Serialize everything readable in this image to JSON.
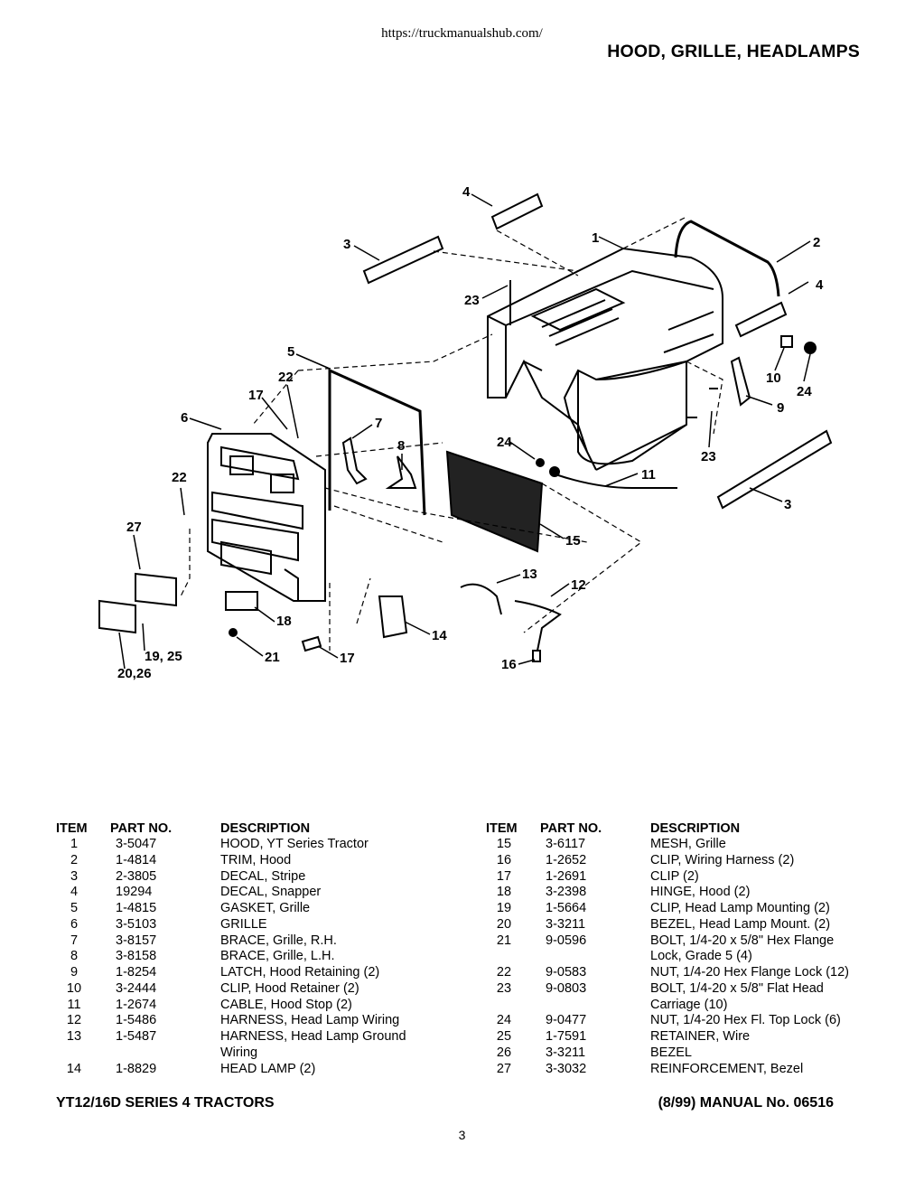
{
  "header": {
    "url": "https://truckmanualshub.com/",
    "title": "HOOD, GRILLE, HEADLAMPS"
  },
  "diagram_labels": [
    "4",
    "1",
    "2",
    "3",
    "23",
    "4",
    "5",
    "22",
    "17",
    "6",
    "7",
    "8",
    "10",
    "24",
    "9",
    "23",
    "24",
    "11",
    "3",
    "22",
    "27",
    "15",
    "13",
    "12",
    "18",
    "14",
    "19, 25",
    "20,26",
    "21",
    "17",
    "16"
  ],
  "table_left": {
    "headers": {
      "item": "ITEM",
      "part": "PART NO.",
      "desc": "DESCRIPTION"
    },
    "rows": [
      {
        "item": "1",
        "part": "3-5047",
        "desc": "HOOD, YT Series Tractor"
      },
      {
        "item": "2",
        "part": "1-4814",
        "desc": "TRIM, Hood"
      },
      {
        "item": "3",
        "part": "2-3805",
        "desc": "DECAL, Stripe"
      },
      {
        "item": "4",
        "part": "19294",
        "desc": "DECAL, Snapper"
      },
      {
        "item": "5",
        "part": "1-4815",
        "desc": "GASKET, Grille"
      },
      {
        "item": "6",
        "part": "3-5103",
        "desc": "GRILLE"
      },
      {
        "item": "7",
        "part": "3-8157",
        "desc": "BRACE, Grille, R.H."
      },
      {
        "item": "8",
        "part": "3-8158",
        "desc": "BRACE, Grille, L.H."
      },
      {
        "item": "9",
        "part": "1-8254",
        "desc": "LATCH, Hood Retaining (2)"
      },
      {
        "item": "10",
        "part": "3-2444",
        "desc": "CLIP, Hood Retainer (2)"
      },
      {
        "item": "11",
        "part": "1-2674",
        "desc": "CABLE, Hood Stop (2)"
      },
      {
        "item": "12",
        "part": "1-5486",
        "desc": "HARNESS, Head Lamp Wiring"
      },
      {
        "item": "13",
        "part": "1-5487",
        "desc": "HARNESS, Head Lamp Ground"
      },
      {
        "item": "",
        "part": "",
        "desc": "Wiring"
      },
      {
        "item": "14",
        "part": "1-8829",
        "desc": "HEAD LAMP (2)"
      }
    ]
  },
  "table_right": {
    "headers": {
      "item": "ITEM",
      "part": "PART NO.",
      "desc": "DESCRIPTION"
    },
    "rows": [
      {
        "item": "15",
        "part": "3-6117",
        "desc": "MESH, Grille"
      },
      {
        "item": "16",
        "part": "1-2652",
        "desc": "CLIP, Wiring Harness (2)"
      },
      {
        "item": "17",
        "part": "1-2691",
        "desc": "CLIP (2)"
      },
      {
        "item": "18",
        "part": "3-2398",
        "desc": "HINGE, Hood (2)"
      },
      {
        "item": "19",
        "part": "1-5664",
        "desc": "CLIP, Head Lamp Mounting (2)"
      },
      {
        "item": "20",
        "part": "3-3211",
        "desc": "BEZEL, Head Lamp Mount. (2)"
      },
      {
        "item": "21",
        "part": "9-0596",
        "desc": "BOLT, 1/4-20 x 5/8\" Hex Flange"
      },
      {
        "item": "",
        "part": "",
        "desc": "Lock, Grade 5 (4)"
      },
      {
        "item": "22",
        "part": "9-0583",
        "desc": "NUT, 1/4-20 Hex Flange Lock (12)"
      },
      {
        "item": "23",
        "part": "9-0803",
        "desc": "BOLT, 1/4-20 x 5/8\" Flat Head"
      },
      {
        "item": "",
        "part": "",
        "desc": "Carriage (10)"
      },
      {
        "item": "24",
        "part": "9-0477",
        "desc": "NUT, 1/4-20 Hex Fl. Top Lock (6)"
      },
      {
        "item": "25",
        "part": "1-7591",
        "desc": "RETAINER, Wire"
      },
      {
        "item": "26",
        "part": "3-3211",
        "desc": "BEZEL"
      },
      {
        "item": "27",
        "part": "3-3032",
        "desc": "REINFORCEMENT, Bezel"
      }
    ]
  },
  "footer": {
    "left": "YT12/16D SERIES 4 TRACTORS",
    "right": "(8/99) MANUAL No. 06516",
    "page": "3"
  }
}
